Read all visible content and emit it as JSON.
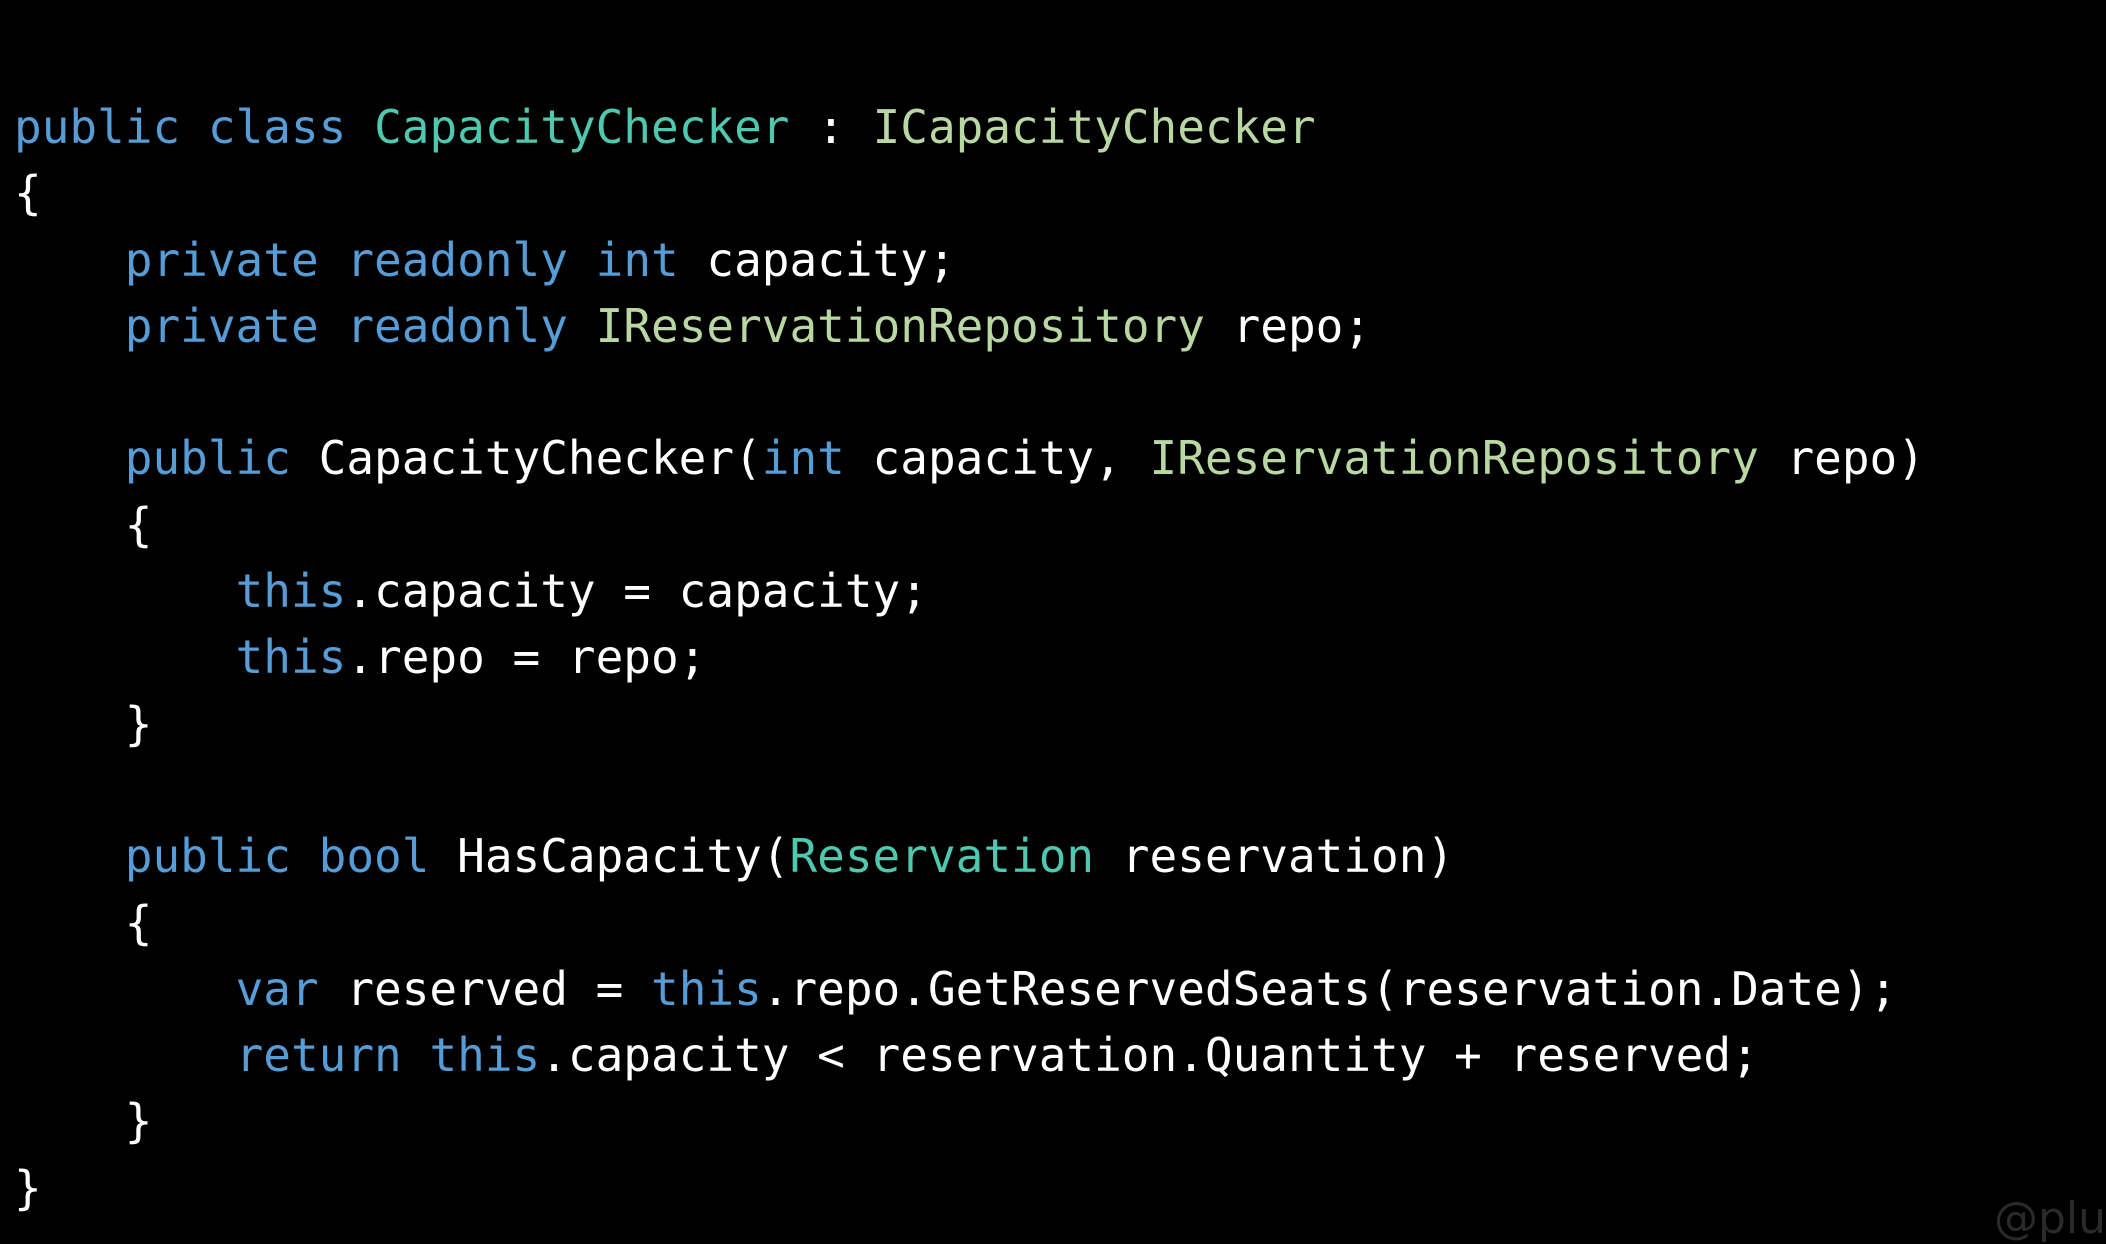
{
  "colors": {
    "background": "#000000",
    "keyword": "#569cd6",
    "class_type": "#4ec9b0",
    "interface_type": "#b8d7a3",
    "text": "#ffffff"
  },
  "code": {
    "lines": [
      [
        {
          "t": "public",
          "k": "kw"
        },
        {
          "t": " ",
          "k": "plain"
        },
        {
          "t": "class",
          "k": "kw"
        },
        {
          "t": " ",
          "k": "plain"
        },
        {
          "t": "CapacityChecker",
          "k": "type-class"
        },
        {
          "t": " : ",
          "k": "plain"
        },
        {
          "t": "ICapacityChecker",
          "k": "type-iface"
        }
      ],
      [
        {
          "t": "{",
          "k": "plain"
        }
      ],
      [
        {
          "t": "    ",
          "k": "plain"
        },
        {
          "t": "private",
          "k": "kw"
        },
        {
          "t": " ",
          "k": "plain"
        },
        {
          "t": "readonly",
          "k": "kw"
        },
        {
          "t": " ",
          "k": "plain"
        },
        {
          "t": "int",
          "k": "kw"
        },
        {
          "t": " capacity;",
          "k": "plain"
        }
      ],
      [
        {
          "t": "    ",
          "k": "plain"
        },
        {
          "t": "private",
          "k": "kw"
        },
        {
          "t": " ",
          "k": "plain"
        },
        {
          "t": "readonly",
          "k": "kw"
        },
        {
          "t": " ",
          "k": "plain"
        },
        {
          "t": "IReservationRepository",
          "k": "type-iface"
        },
        {
          "t": " repo;",
          "k": "plain"
        }
      ],
      [],
      [
        {
          "t": "    ",
          "k": "plain"
        },
        {
          "t": "public",
          "k": "kw"
        },
        {
          "t": " CapacityChecker(",
          "k": "plain"
        },
        {
          "t": "int",
          "k": "kw"
        },
        {
          "t": " capacity, ",
          "k": "plain"
        },
        {
          "t": "IReservationRepository",
          "k": "type-iface"
        },
        {
          "t": " repo)",
          "k": "plain"
        }
      ],
      [
        {
          "t": "    {",
          "k": "plain"
        }
      ],
      [
        {
          "t": "        ",
          "k": "plain"
        },
        {
          "t": "this",
          "k": "kw"
        },
        {
          "t": ".capacity = capacity;",
          "k": "plain"
        }
      ],
      [
        {
          "t": "        ",
          "k": "plain"
        },
        {
          "t": "this",
          "k": "kw"
        },
        {
          "t": ".repo = repo;",
          "k": "plain"
        }
      ],
      [
        {
          "t": "    }",
          "k": "plain"
        }
      ],
      [],
      [
        {
          "t": "    ",
          "k": "plain"
        },
        {
          "t": "public",
          "k": "kw"
        },
        {
          "t": " ",
          "k": "plain"
        },
        {
          "t": "bool",
          "k": "kw"
        },
        {
          "t": " HasCapacity(",
          "k": "plain"
        },
        {
          "t": "Reservation",
          "k": "type-class"
        },
        {
          "t": " reservation)",
          "k": "plain"
        }
      ],
      [
        {
          "t": "    {",
          "k": "plain"
        }
      ],
      [
        {
          "t": "        ",
          "k": "plain"
        },
        {
          "t": "var",
          "k": "kw"
        },
        {
          "t": " reserved = ",
          "k": "plain"
        },
        {
          "t": "this",
          "k": "kw"
        },
        {
          "t": ".repo.GetReservedSeats(reservation.Date);",
          "k": "plain"
        }
      ],
      [
        {
          "t": "        ",
          "k": "plain"
        },
        {
          "t": "return",
          "k": "kw"
        },
        {
          "t": " ",
          "k": "plain"
        },
        {
          "t": "this",
          "k": "kw"
        },
        {
          "t": ".capacity < reservation.Quantity + reserved;",
          "k": "plain"
        }
      ],
      [
        {
          "t": "    }",
          "k": "plain"
        }
      ],
      [
        {
          "t": "}",
          "k": "plain"
        }
      ]
    ]
  },
  "watermark": "@plu"
}
